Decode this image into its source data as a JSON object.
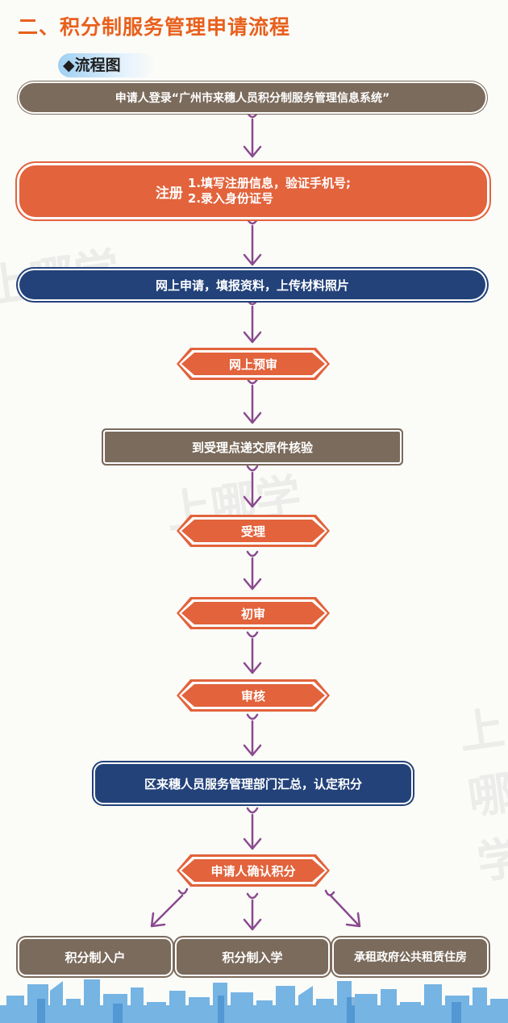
{
  "title": "二、积分制服务管理申请流程",
  "subtitle": "流程图",
  "subtitle_marker": "◆",
  "colors": {
    "title_orange": "#e8601c",
    "node_gray": "#7b6b5c",
    "node_orange": "#e2633c",
    "node_blue": "#23427a",
    "arrow_purple": "#8a4a8f",
    "skyline_blue": "#5ea8e0"
  },
  "watermark": "上哪学",
  "nodes": {
    "login": "申请人登录“广州市来穗人员积分制服务管理信息系统”",
    "register_label": "注册",
    "register_step1": "1.填写注册信息，验证手机号;",
    "register_step2": "2.录入身份证号",
    "online_apply": "网上申请，填报资料，上传材料照片",
    "pre_review": "网上预审",
    "submit_originals": "到受理点递交原件核验",
    "accept": "受理",
    "first_review": "初审",
    "audit": "审核",
    "district_summary": "区来穗人员服务管理部门汇总，认定积分",
    "confirm_points": "申请人确认积分"
  },
  "outcomes": [
    "积分制入户",
    "积分制入学",
    "承租政府公共租赁住房"
  ]
}
